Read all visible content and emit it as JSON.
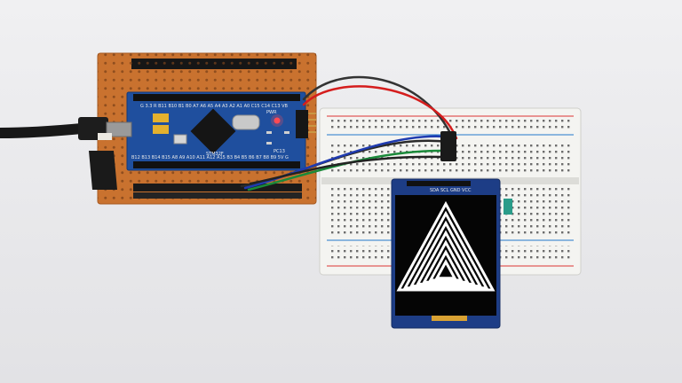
{
  "board": {
    "chip_label": "STM32F",
    "pin_row_top": "G 3.3 R B11 B10 B1 B0 A7 A6 A5 A4 A3 A2 A1 A0 C15 C14 C13 VB",
    "pin_row_bottom": "B12 B13 B14 B15 A8 A9 A10 A11 A12 A15 B3 B4 B5 B6 B7 B8 B9 5V G",
    "pwr_label": "PWR",
    "pc13_label": "PC13"
  },
  "display": {
    "header_label": "SDA SCL GND VCC",
    "content": "concentric-triangles"
  },
  "colors": {
    "perfboard": "#c9722f",
    "pcb": "#1f4f9e",
    "breadboard": "#f3f3f0",
    "screen": "#050505",
    "wire_red": "#d51d1d",
    "wire_black": "#333333",
    "wire_blue": "#1f3bb0",
    "wire_green": "#1b8a3a"
  }
}
